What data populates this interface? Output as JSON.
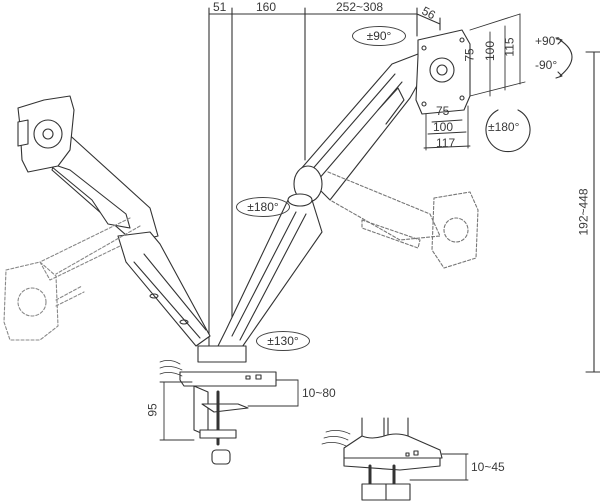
{
  "diagram": {
    "subject": "Dual monitor arm with desk clamp and grommet mount",
    "top_dimensions": [
      "51",
      "160",
      "252~308"
    ],
    "depth_dimension": "56",
    "vesa_plate": {
      "vertical": [
        "75",
        "100",
        "115"
      ],
      "horizontal": [
        "75",
        "100",
        "117"
      ]
    },
    "rotation_labels": {
      "swivel_head": "±90°",
      "tilt_up": "+90°",
      "tilt_down": "-90°",
      "rotate_plate": "±180°",
      "arm_mid": "±180°",
      "arm_base": "±130°"
    },
    "height_range": "192~448",
    "clamp": {
      "height": "95",
      "desk_thickness": "10~80"
    },
    "grommet": {
      "desk_thickness": "10~45"
    }
  }
}
